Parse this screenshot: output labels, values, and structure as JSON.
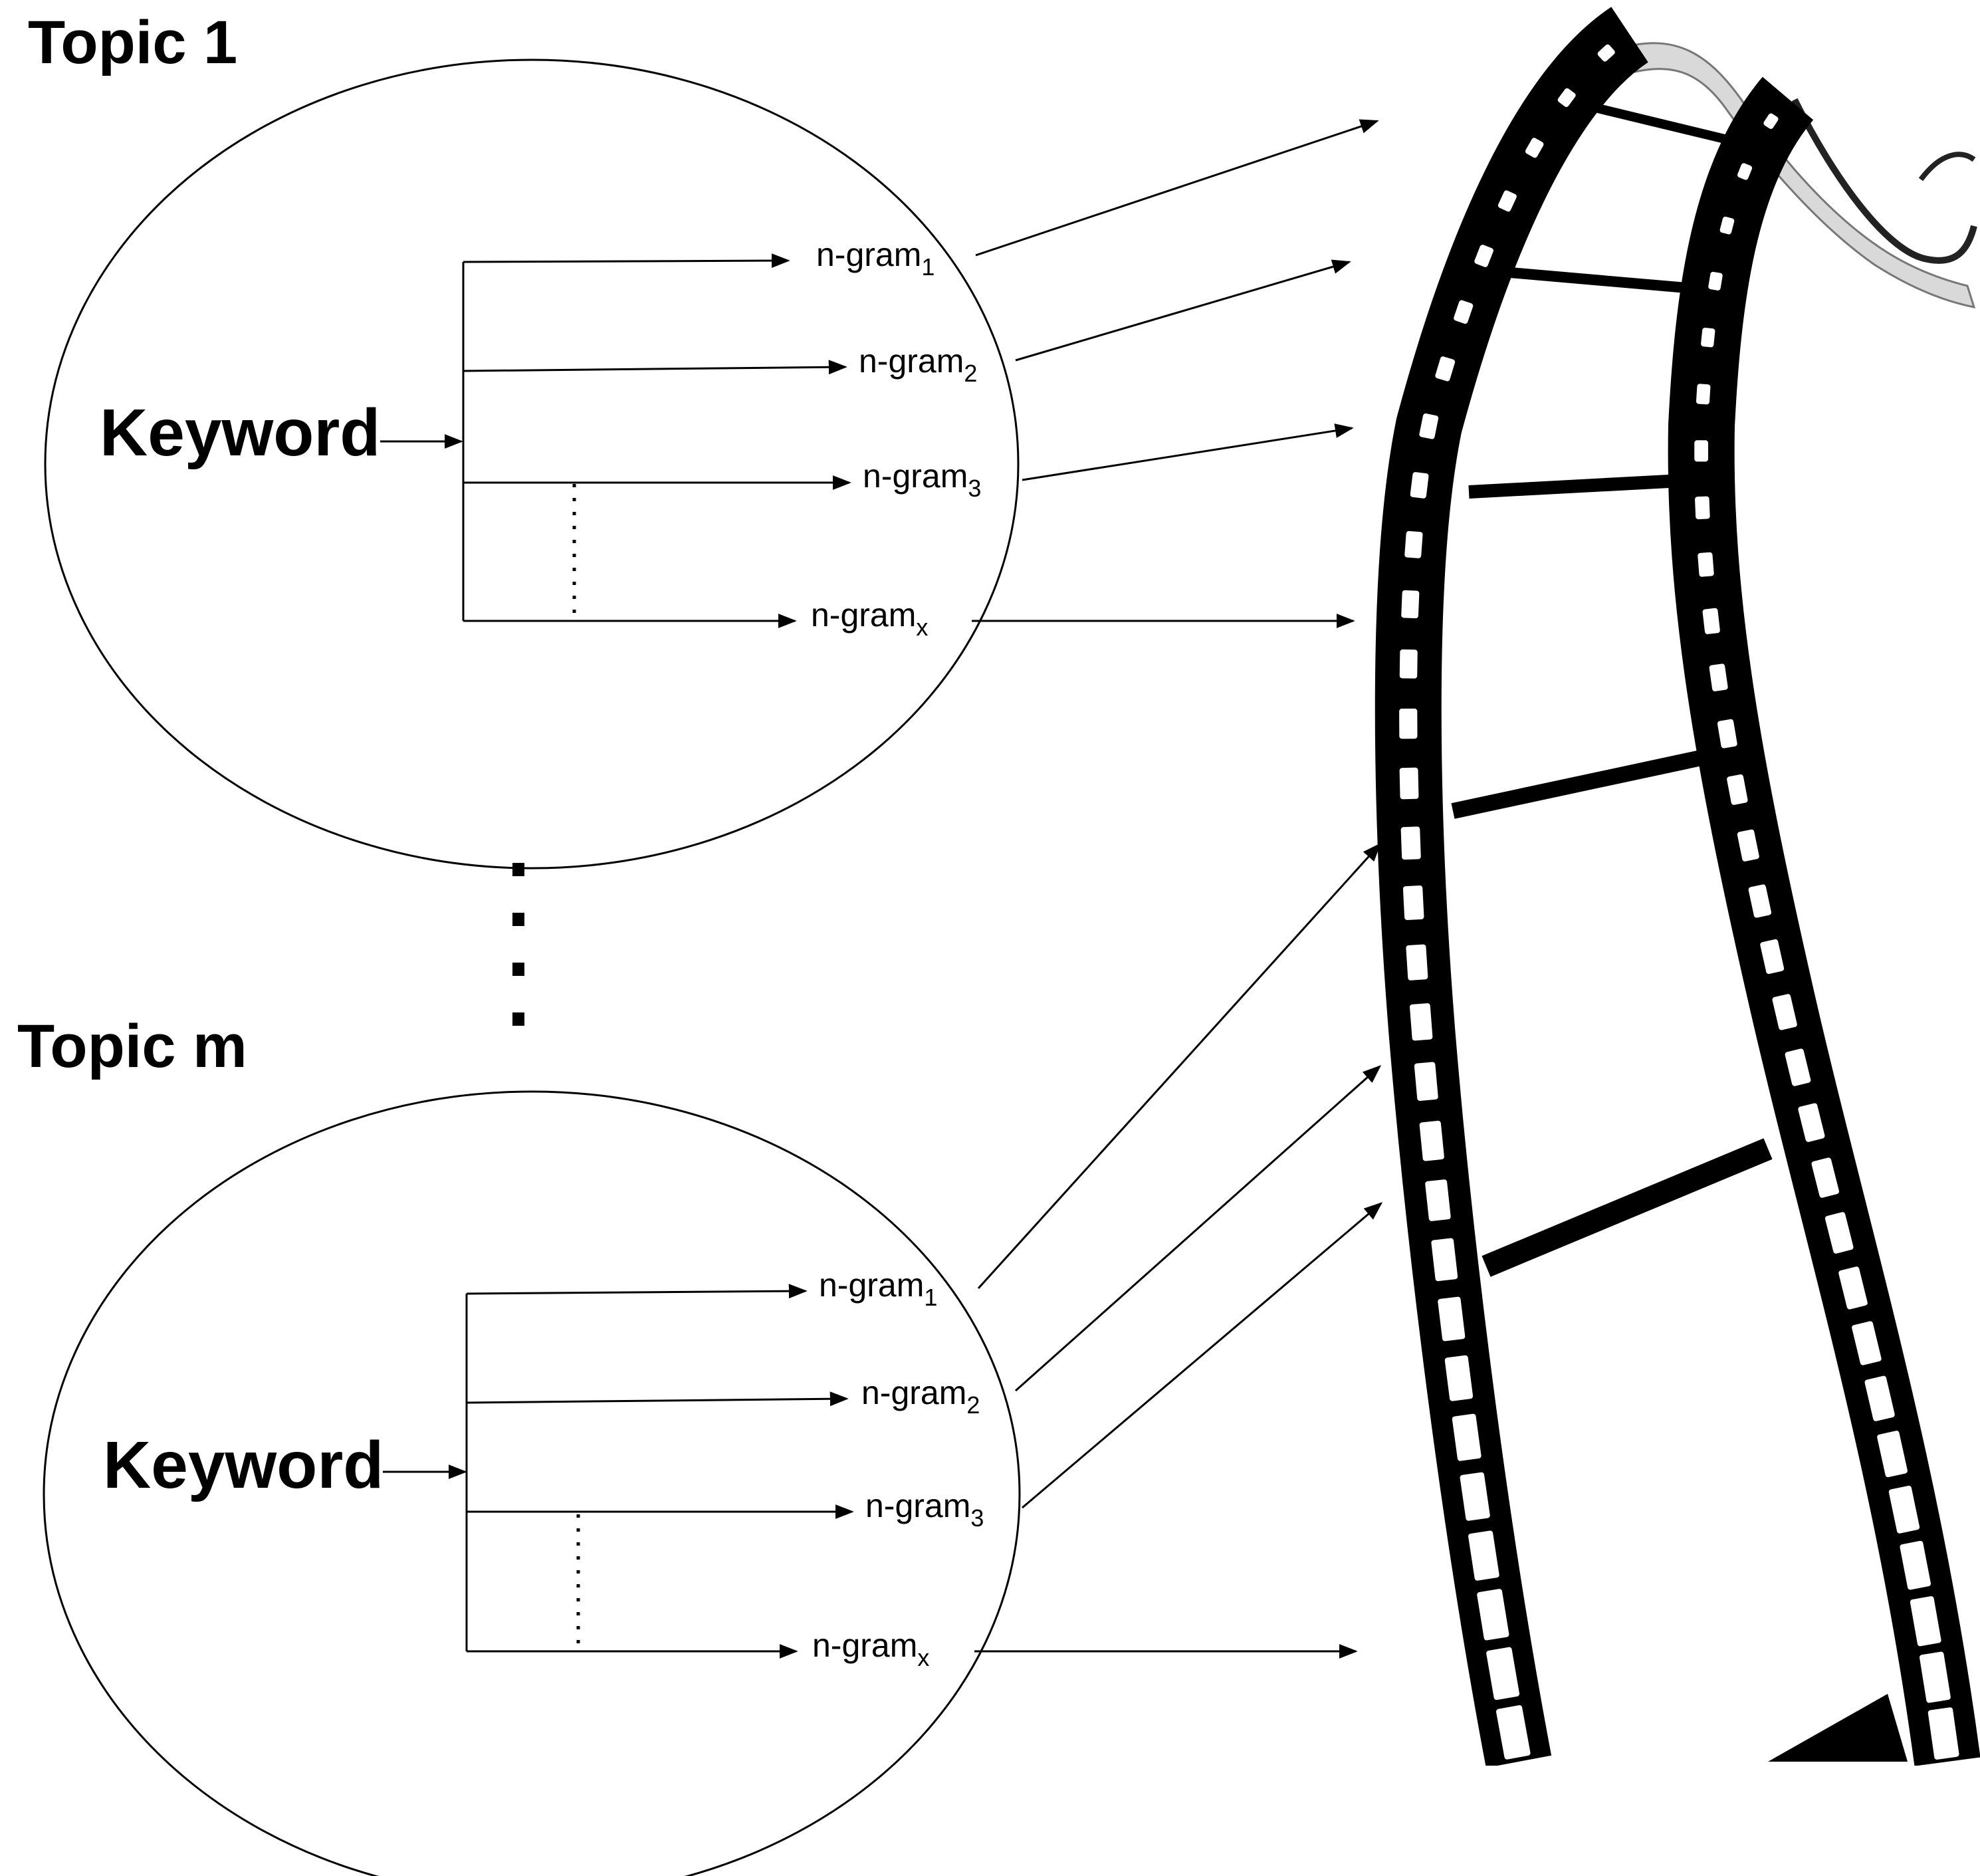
{
  "topics": [
    {
      "title": "Topic 1",
      "keyword": "Keyword",
      "ngrams": [
        {
          "base": "n-gram",
          "sub": "1"
        },
        {
          "base": "n-gram",
          "sub": "2"
        },
        {
          "base": "n-gram",
          "sub": "3"
        },
        {
          "base": "n-gram",
          "sub": "x"
        }
      ]
    },
    {
      "title": "Topic m",
      "keyword": "Keyword",
      "ngrams": [
        {
          "base": "n-gram",
          "sub": "1"
        },
        {
          "base": "n-gram",
          "sub": "2"
        },
        {
          "base": "n-gram",
          "sub": "3"
        },
        {
          "base": "n-gram",
          "sub": "x"
        }
      ]
    }
  ],
  "icons": {
    "film_strip": "film-strip-icon"
  },
  "colors": {
    "ink": "#000000",
    "background": "#ffffff"
  }
}
